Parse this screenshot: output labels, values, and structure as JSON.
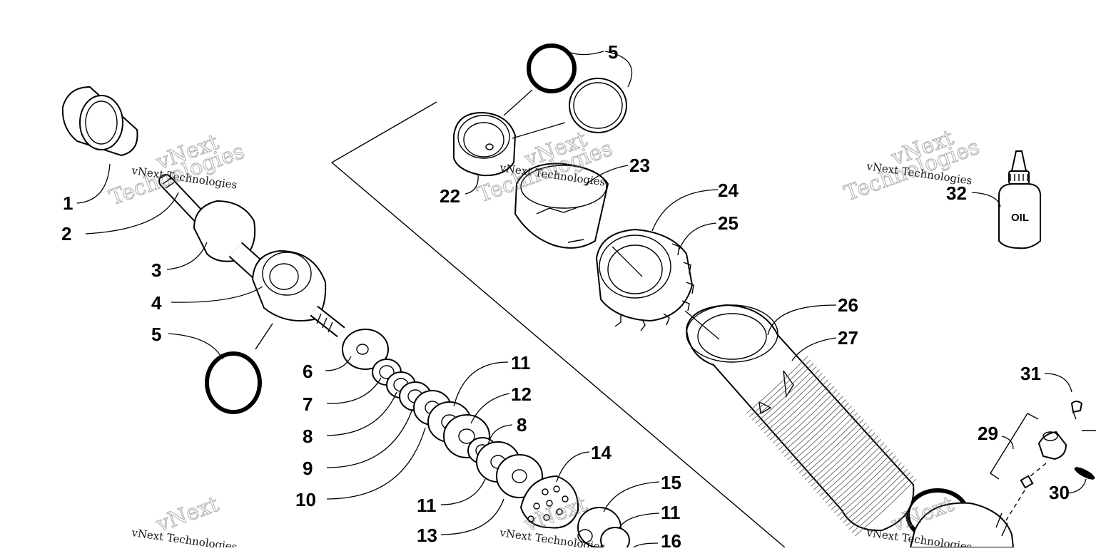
{
  "diagram": {
    "callouts": [
      {
        "id": "c1",
        "label": "1"
      },
      {
        "id": "c2",
        "label": "2"
      },
      {
        "id": "c3",
        "label": "3"
      },
      {
        "id": "c4",
        "label": "4"
      },
      {
        "id": "c5a",
        "label": "5"
      },
      {
        "id": "c5b",
        "label": "5"
      },
      {
        "id": "c6",
        "label": "6"
      },
      {
        "id": "c7",
        "label": "7"
      },
      {
        "id": "c8a",
        "label": "8"
      },
      {
        "id": "c8b",
        "label": "8"
      },
      {
        "id": "c9",
        "label": "9"
      },
      {
        "id": "c10",
        "label": "10"
      },
      {
        "id": "c11a",
        "label": "11"
      },
      {
        "id": "c11b",
        "label": "11"
      },
      {
        "id": "c11c",
        "label": "11"
      },
      {
        "id": "c12",
        "label": "12"
      },
      {
        "id": "c13",
        "label": "13"
      },
      {
        "id": "c14",
        "label": "14"
      },
      {
        "id": "c15",
        "label": "15"
      },
      {
        "id": "c16",
        "label": "16"
      },
      {
        "id": "c22",
        "label": "22"
      },
      {
        "id": "c23",
        "label": "23"
      },
      {
        "id": "c24",
        "label": "24"
      },
      {
        "id": "c25",
        "label": "25"
      },
      {
        "id": "c26",
        "label": "26"
      },
      {
        "id": "c27",
        "label": "27"
      },
      {
        "id": "c29",
        "label": "29"
      },
      {
        "id": "c30",
        "label": "30"
      },
      {
        "id": "c31",
        "label": "31"
      },
      {
        "id": "c32",
        "label": "32"
      }
    ],
    "bottle_label": "OIL",
    "watermark": {
      "line1": "vNext Technologies",
      "big1": "vNext",
      "big2": "Technologies"
    }
  }
}
